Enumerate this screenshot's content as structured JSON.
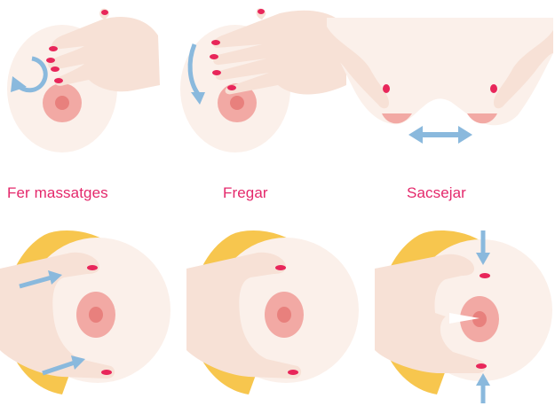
{
  "colors": {
    "accent_text": "#e4286b",
    "skin": "#f7e1d6",
    "breast": "#fbf0ea",
    "areola": "#f2a9a4",
    "nipple": "#e8807d",
    "nail": "#e8265a",
    "arrow": "#8ab9dd",
    "hair": "#f7c64e"
  },
  "labels": {
    "massage": "Fer massatges",
    "rub": "Fregar",
    "shake": "Sacsejar"
  },
  "icons": [
    "circular-arrow-icon",
    "down-arrow-icon",
    "double-arrow-icon",
    "right-arrow-icon",
    "compress-arrow-icon"
  ]
}
